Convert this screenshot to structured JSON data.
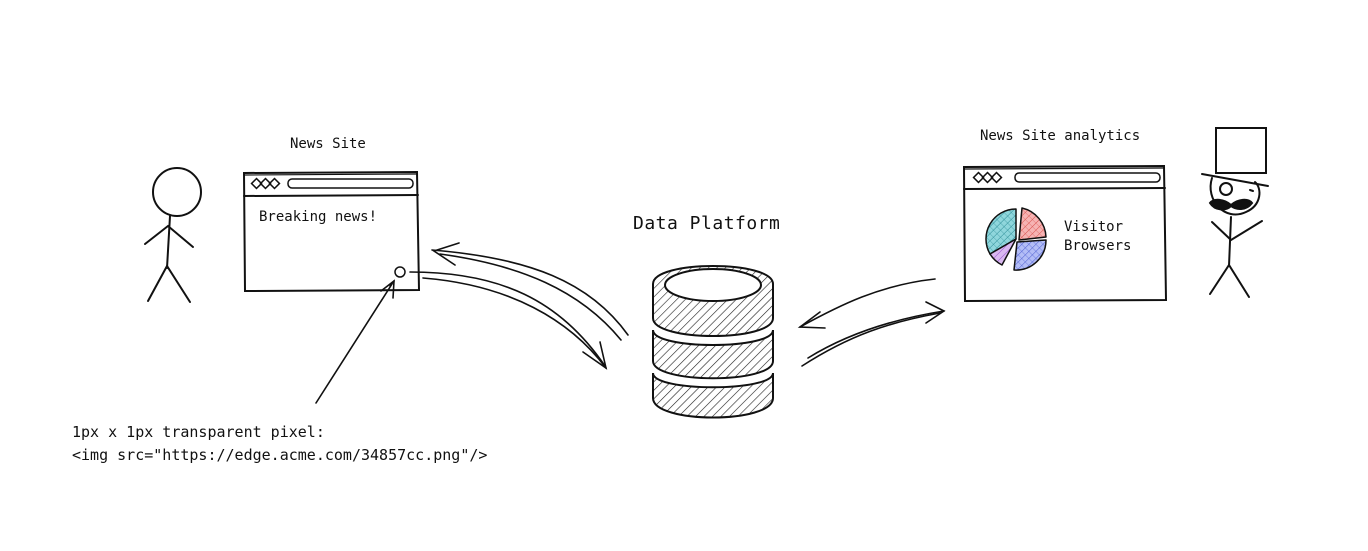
{
  "news_site": {
    "title": "News Site",
    "content": "Breaking news!"
  },
  "data_platform": {
    "title": "Data Platform"
  },
  "analytics_site": {
    "title": "News Site analytics",
    "legend_line1": "Visitor",
    "legend_line2": "Browsers",
    "pie_colors": [
      "#5bc0c8",
      "#f08080",
      "#b57edc",
      "#6f7fe0"
    ]
  },
  "pixel_note": {
    "line1": "1px x 1px transparent pixel:",
    "line2": "<img src=\"https://edge.acme.com/34857cc.png\"/>"
  },
  "colors": {
    "ink": "#111111",
    "paper": "#ffffff"
  }
}
